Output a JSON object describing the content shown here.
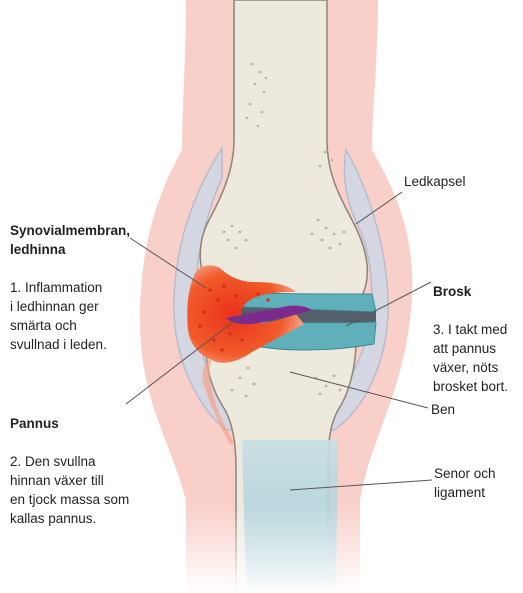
{
  "labels": {
    "synovial_title": "Synovialmembran,\nledhinna",
    "synovial_text": "1. Inflammation\ni ledhinnan ger\nsmärta och\nsvullnad i leden.",
    "pannus_title": "Pannus",
    "pannus_text": "2. Den svullna\nhinnan växer till\nen tjock massa som\nkallas pannus.",
    "brosk_title": "Brosk",
    "brosk_text": "3. I takt med\natt pannus\nväxer, nöts\nbrosket bort.",
    "ledkapsel": "Ledkapsel",
    "ben": "Ben",
    "senor": "Senor och\nligament"
  },
  "colors": {
    "skin": "#f9cfc9",
    "capsule": "#d4d6e2",
    "capsule_edge": "#b7bccd",
    "bone": "#eee9dd",
    "bone_edge": "#8a8578",
    "cartilage": "#5fb0bb",
    "tendon": "#a9cfd8",
    "inflammation": "#f04a23",
    "pannus_purple": "#7b2a8e",
    "leader_line": "#555555"
  }
}
